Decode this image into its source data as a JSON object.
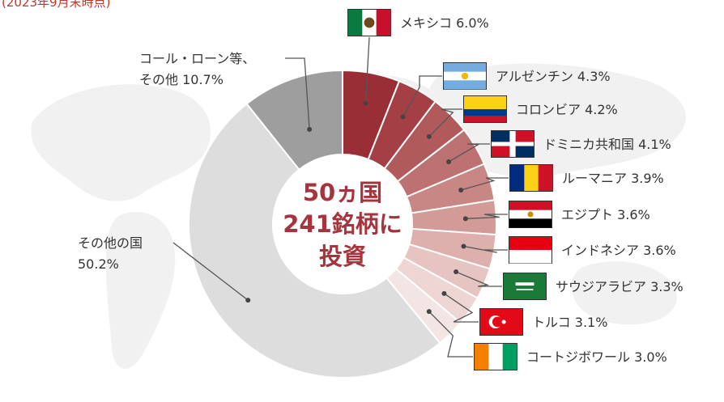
{
  "header_note": "(2023年9月末時点)",
  "center_text": {
    "line1": "50ヵ国",
    "line2": "241銘柄に",
    "line3": "投資"
  },
  "colors": {
    "center_text": "#a6343c",
    "label_text": "#333333",
    "leader_line": "#555555",
    "map_fill": "#f1f1f1",
    "other_countries": "#dddddd",
    "call_loan": "#9e9e9e"
  },
  "chart_data": {
    "type": "pie",
    "donut": true,
    "unit": "%",
    "slices": [
      {
        "label": "メキシコ",
        "value": 6.0,
        "flag": "mexico-flag",
        "color": "#9a2e37"
      },
      {
        "label": "アルゼンチン",
        "value": 4.3,
        "flag": "argentina-flag",
        "color": "#a43f46"
      },
      {
        "label": "コロンビア",
        "value": 4.2,
        "flag": "colombia-flag",
        "color": "#b15a5b"
      },
      {
        "label": "ドミニカ共和国",
        "value": 4.1,
        "flag": "dominican-republic-flag",
        "color": "#bd7170"
      },
      {
        "label": "ルーマニア",
        "value": 3.9,
        "flag": "romania-flag",
        "color": "#c88684"
      },
      {
        "label": "エジプト",
        "value": 3.6,
        "flag": "egypt-flag",
        "color": "#d39b98"
      },
      {
        "label": "インドネシア",
        "value": 3.6,
        "flag": "indonesia-flag",
        "color": "#ddb0ad"
      },
      {
        "label": "サウジアラビア",
        "value": 3.3,
        "flag": "saudi-arabia-flag",
        "color": "#e6c4c2"
      },
      {
        "label": "トルコ",
        "value": 3.1,
        "flag": "turkey-flag",
        "color": "#edd6d4"
      },
      {
        "label": "コートジボワール",
        "value": 3.0,
        "flag": "cote-divoire-flag",
        "color": "#f3e5e3"
      },
      {
        "label": "その他の国",
        "value": 50.2,
        "color": "#dddddd"
      },
      {
        "label": "コール・ローン等、その他",
        "value": 10.7,
        "color": "#9e9e9e"
      }
    ]
  }
}
